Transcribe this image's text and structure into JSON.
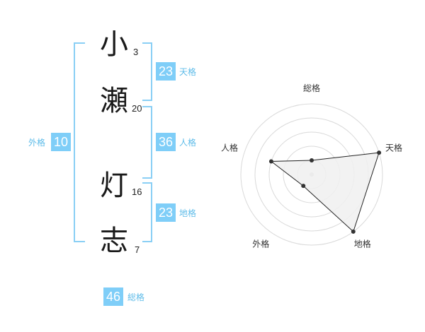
{
  "name_chars": [
    {
      "char": "小",
      "strokes": "3"
    },
    {
      "char": "瀬",
      "strokes": "20"
    },
    {
      "char": "灯",
      "strokes": "16"
    },
    {
      "char": "志",
      "strokes": "7"
    }
  ],
  "fortunes": {
    "tenkaku": {
      "label": "天格",
      "value": "23"
    },
    "jinkaku": {
      "label": "人格",
      "value": "36"
    },
    "chikaku": {
      "label": "地格",
      "value": "23"
    },
    "gaikaku": {
      "label": "外格",
      "value": "10"
    },
    "soukaku": {
      "label": "総格",
      "value": "46"
    }
  },
  "colors": {
    "accent": "#7fcef8",
    "bracket": "#8acff5",
    "fill": "#f0f0f0",
    "grid": "#d9d9d9"
  },
  "chart_data": {
    "type": "radar",
    "axes": [
      "総格",
      "天格",
      "地格",
      "外格",
      "人格"
    ],
    "levels": 5,
    "series": [
      {
        "values": [
          1,
          5,
          5,
          1,
          3
        ]
      }
    ]
  }
}
